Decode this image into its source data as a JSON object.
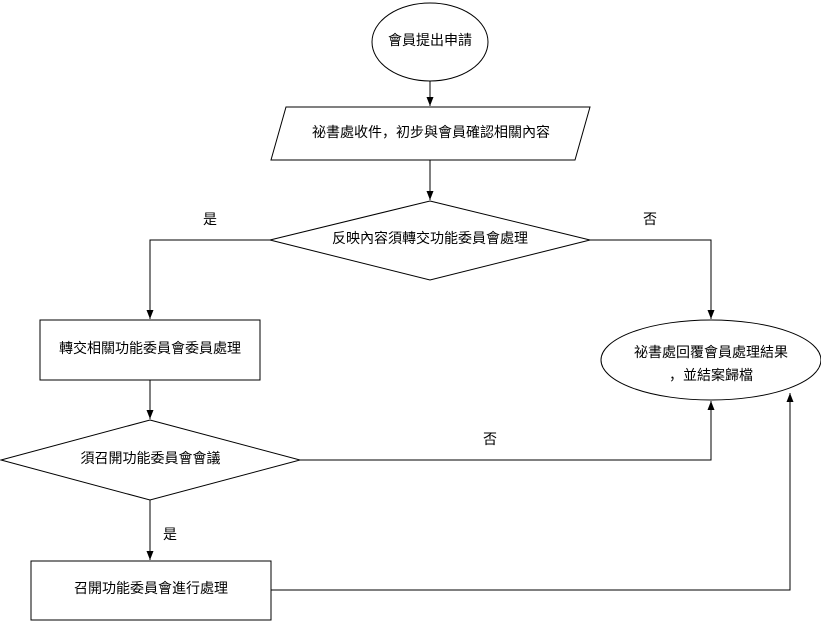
{
  "nodes": {
    "start": "會員提出申請",
    "receive": "祕書處收件，初步與會員確認相關內容",
    "decision_transfer": "反映內容須轉交功能委員會處理",
    "transfer_process": "轉交相關功能委員會委員處理",
    "end_line1": "祕書處回覆會員處理結果",
    "end_line2": "，並結案歸檔",
    "decision_meeting": "須召開功能委員會會議",
    "meeting_process": "召開功能委員會進行處理"
  },
  "edge_labels": {
    "transfer_yes": "是",
    "transfer_no": "否",
    "meeting_no": "否",
    "meeting_yes": "是"
  }
}
